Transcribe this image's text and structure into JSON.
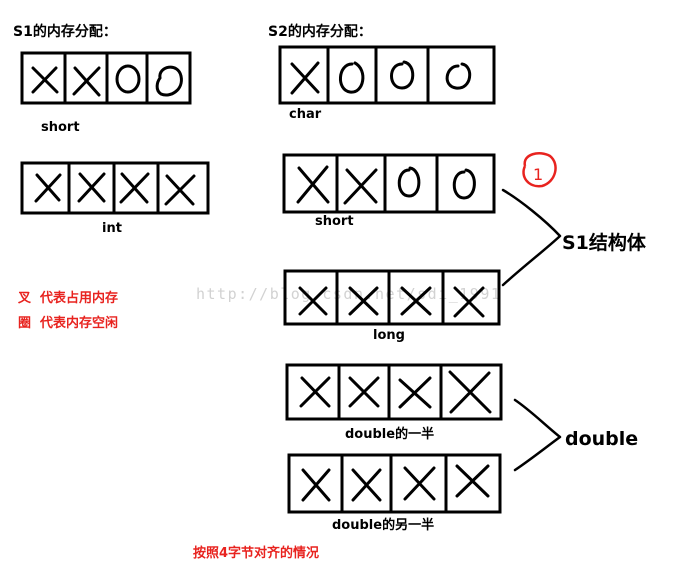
{
  "s1": {
    "heading": "S1的内存分配：",
    "short_label": "short",
    "int_label": "int"
  },
  "s2": {
    "heading": "S2的内存分配：",
    "char_label": "char",
    "short_label": "short",
    "long_label": "long",
    "double_first_label": "double的一半",
    "double_second_label": "double的另一半"
  },
  "legend": {
    "cross_text": "叉  代表占用内存",
    "circle_text": "圈  代表内存空闲"
  },
  "annotations": {
    "circled_number": "1",
    "s1_struct_label": "S1结构体",
    "double_label": "double",
    "footer": "按照4字节对齐的情况"
  },
  "watermark": "http://blog.csdn.net/sdi_1991",
  "colors": {
    "accent_red": "#e8231f",
    "ink": "#000000"
  }
}
